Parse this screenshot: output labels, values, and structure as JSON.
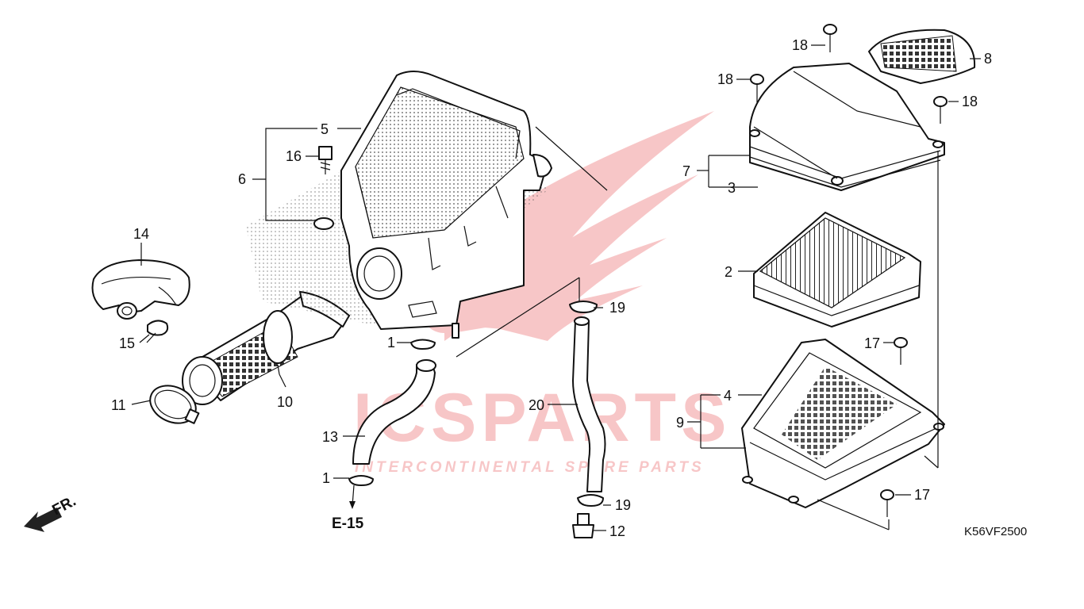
{
  "watermark": {
    "brand": "ICSPARTS",
    "tagline": "INTERCONTINENTAL SPARE PARTS",
    "color": "#e8474a"
  },
  "diagram_code": "K56VF2500",
  "reference": "E-15",
  "direction_label": "FR.",
  "callouts": {
    "c1a": "1",
    "c1b": "1",
    "c2": "2",
    "c3": "3",
    "c4": "4",
    "c5": "5",
    "c6": "6",
    "c7": "7",
    "c8": "8",
    "c9": "9",
    "c10": "10",
    "c11": "11",
    "c12": "12",
    "c13": "13",
    "c14": "14",
    "c15": "15",
    "c16": "16",
    "c17a": "17",
    "c17b": "17",
    "c18a": "18",
    "c18b": "18",
    "c18c": "18",
    "c19a": "19",
    "c19b": "19",
    "c20": "20"
  }
}
